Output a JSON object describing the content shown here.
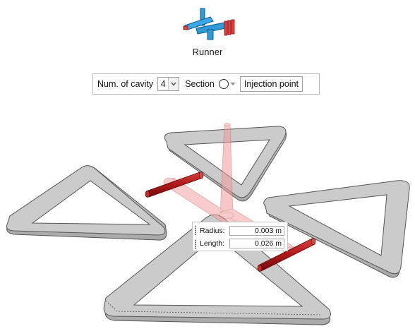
{
  "app": {
    "title": "Runner",
    "icon": "runner-icon"
  },
  "toolbar": {
    "cavity_label": "Num. of cavity",
    "cavity_value": "4",
    "section_label": "Section",
    "section_icon": "circle-section-icon",
    "injection_label": "Injection point"
  },
  "dimensions": {
    "radius_label": "Radius:",
    "radius_value": "0.003 m",
    "length_label": "Length:",
    "length_value": "0.026 m"
  },
  "colors": {
    "runner_red": "#b52020",
    "cavity_gray": "#c7c7c7",
    "sprue_pink": "#f2a6a6"
  }
}
